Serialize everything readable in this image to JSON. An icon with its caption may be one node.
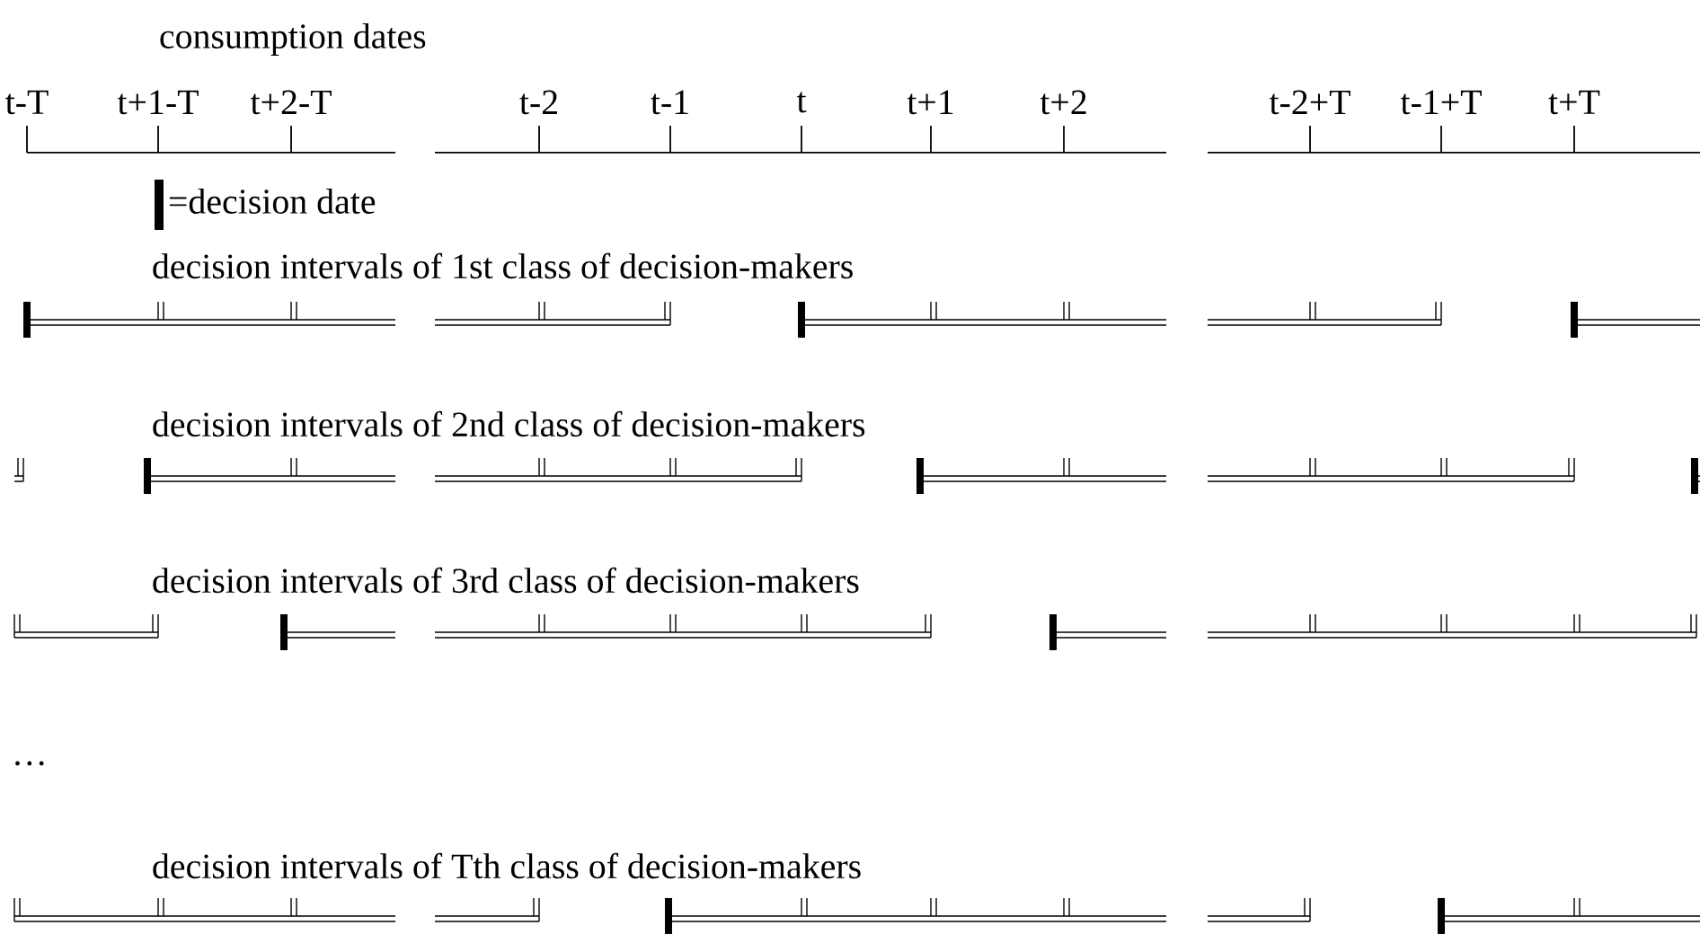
{
  "diagram": {
    "labels": [
      "consumption dates",
      "t-T",
      "t+1-T",
      "t+2-T",
      "t-2",
      "t-1",
      "t",
      "t+1",
      "t+2",
      "t-2+T",
      "t-1+T",
      "t+T",
      "decision intervals of 1st class of decision-makers",
      "decision intervals of 2nd class of decision-makers",
      "decision intervals of 3rd class of decision-makers",
      "…",
      "decision intervals of Tth class of decision-makers"
    ],
    "legend": [
      {
        "text": "=decision date"
      }
    ]
  }
}
